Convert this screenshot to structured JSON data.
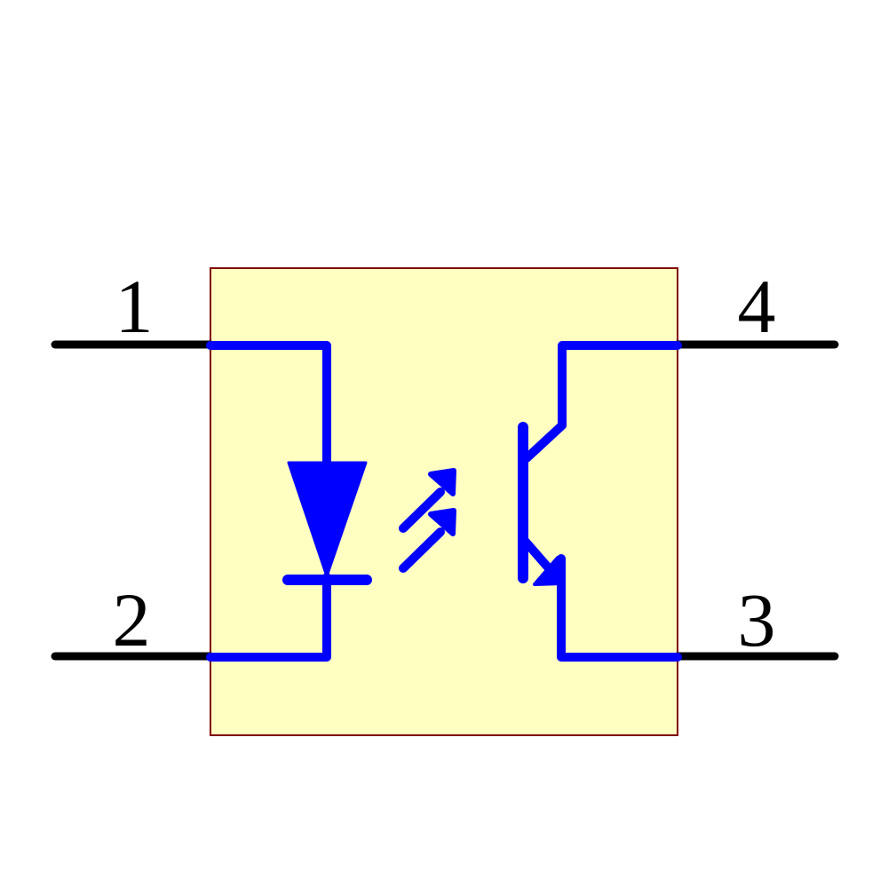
{
  "page": {
    "background_color": "#FFFFFF"
  },
  "symbol": {
    "component": "optocoupler",
    "description": "opto-isolator schematic symbol with emitting LED and phototransistor",
    "colors": {
      "body_fill": "#FFFFC2",
      "body_outline": "#800000",
      "graphics": "#0000FF",
      "pin_lead": "#000000",
      "pin_number": "#000000"
    },
    "pins": {
      "p1": {
        "number": "1",
        "position": "left-top"
      },
      "p2": {
        "number": "2",
        "position": "left-bottom"
      },
      "p3": {
        "number": "3",
        "position": "right-bottom"
      },
      "p4": {
        "number": "4",
        "position": "right-top"
      }
    },
    "icons": [
      "led-diode-icon",
      "light-emission-arrows-icon",
      "npn-phototransistor-icon"
    ]
  }
}
